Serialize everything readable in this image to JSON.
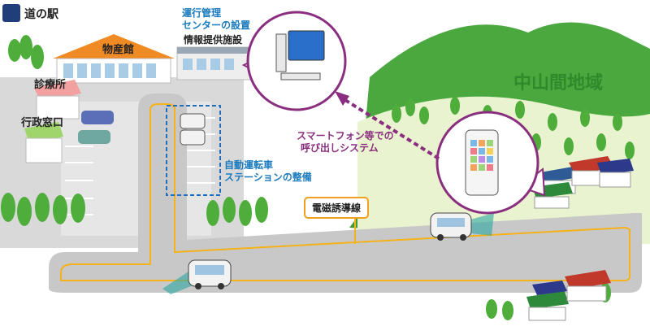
{
  "header": {
    "title": "道の駅",
    "logo_icon": "michi-no-eki-logo-icon"
  },
  "labels": {
    "bussankan": "物産館",
    "clinic": "診療所",
    "gov_office": "行政窓口",
    "control_center_1": "運行管理",
    "control_center_2": "センターの設置",
    "info_facility": "情報提供施設",
    "station_1": "自動運転車",
    "station_2": "ステーションの整備",
    "callout_1": "スマートフォン等での",
    "callout_2": "呼び出しシステム",
    "guide_wire": "電磁誘導線",
    "region": "中山間地域"
  },
  "colors": {
    "road": "#c8c8c8",
    "road_line": "#f5b21b",
    "roof": "#f08a24",
    "region_green": "#2e8a2a",
    "station_border": "#1f6ebd",
    "callout_purple": "#8a2f7f"
  }
}
